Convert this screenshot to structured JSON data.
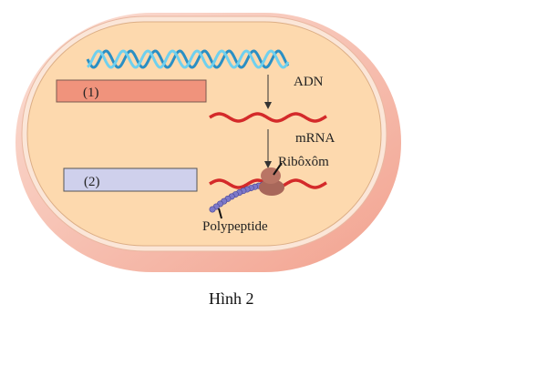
{
  "figure": {
    "caption": "Hình 2",
    "labels": {
      "dna": "ADN",
      "mrna": "mRNA",
      "ribosome": "Ribôxôm",
      "polypeptide": "Polypeptide"
    },
    "boxes": [
      {
        "label": "(1)",
        "color": "#f0937c"
      },
      {
        "label": "(2)",
        "color": "#cfd0ec"
      }
    ],
    "colors": {
      "cell_outer": "#f6b7a5",
      "cytoplasm": "#fdd9ae",
      "dna": "#3fb0d8",
      "mrna": "#d42a2a",
      "ribosome": "#a8675a",
      "polypeptide": "#7d79c9"
    }
  }
}
